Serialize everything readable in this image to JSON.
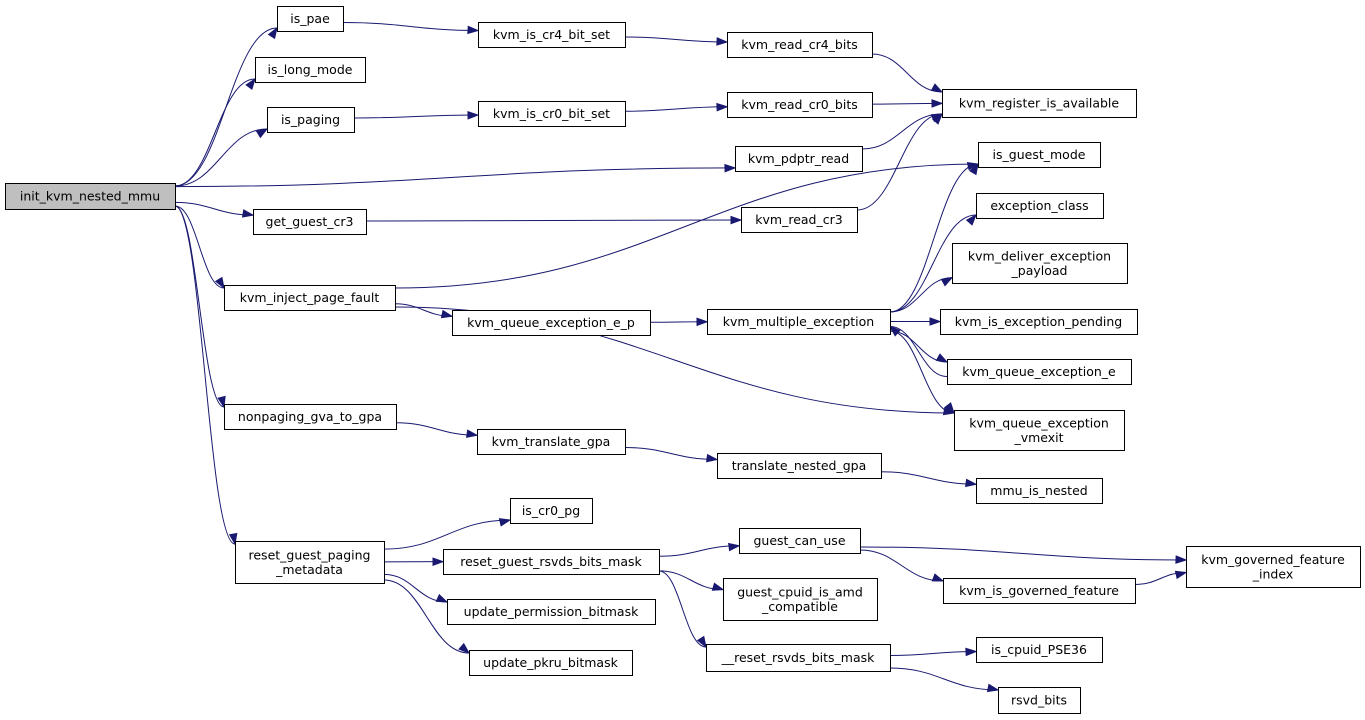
{
  "graph": {
    "root": "init_kvm_nested_mmu",
    "nodes": [
      {
        "id": "init",
        "lines": [
          "init_kvm_nested_mmu"
        ],
        "root": true
      },
      {
        "id": "is_pae",
        "lines": [
          "is_pae"
        ]
      },
      {
        "id": "is_long_mode",
        "lines": [
          "is_long_mode"
        ]
      },
      {
        "id": "is_paging",
        "lines": [
          "is_paging"
        ]
      },
      {
        "id": "kvm_pdptr_read",
        "lines": [
          "kvm_pdptr_read"
        ]
      },
      {
        "id": "get_guest_cr3",
        "lines": [
          "get_guest_cr3"
        ]
      },
      {
        "id": "kvm_inject_page_fault",
        "lines": [
          "kvm_inject_page_fault"
        ]
      },
      {
        "id": "nonpaging_gva_to_gpa",
        "lines": [
          "nonpaging_gva_to_gpa"
        ]
      },
      {
        "id": "reset_guest_paging_metadata",
        "lines": [
          "reset_guest_paging",
          "_metadata"
        ]
      },
      {
        "id": "kvm_is_cr4_bit_set",
        "lines": [
          "kvm_is_cr4_bit_set"
        ]
      },
      {
        "id": "kvm_read_cr4_bits",
        "lines": [
          "kvm_read_cr4_bits"
        ]
      },
      {
        "id": "kvm_register_is_available",
        "lines": [
          "kvm_register_is_available"
        ]
      },
      {
        "id": "kvm_is_cr0_bit_set",
        "lines": [
          "kvm_is_cr0_bit_set"
        ]
      },
      {
        "id": "kvm_read_cr0_bits",
        "lines": [
          "kvm_read_cr0_bits"
        ]
      },
      {
        "id": "kvm_read_cr3",
        "lines": [
          "kvm_read_cr3"
        ]
      },
      {
        "id": "is_guest_mode",
        "lines": [
          "is_guest_mode"
        ]
      },
      {
        "id": "exception_class",
        "lines": [
          "exception_class"
        ]
      },
      {
        "id": "kvm_deliver_exception_payload",
        "lines": [
          "kvm_deliver_exception",
          "_payload"
        ]
      },
      {
        "id": "kvm_queue_exception_e_p",
        "lines": [
          "kvm_queue_exception_e_p"
        ]
      },
      {
        "id": "kvm_multiple_exception",
        "lines": [
          "kvm_multiple_exception"
        ]
      },
      {
        "id": "kvm_is_exception_pending",
        "lines": [
          "kvm_is_exception_pending"
        ]
      },
      {
        "id": "kvm_queue_exception_e",
        "lines": [
          "kvm_queue_exception_e"
        ]
      },
      {
        "id": "kvm_queue_exception_vmexit",
        "lines": [
          "kvm_queue_exception",
          "_vmexit"
        ]
      },
      {
        "id": "kvm_translate_gpa",
        "lines": [
          "kvm_translate_gpa"
        ]
      },
      {
        "id": "translate_nested_gpa",
        "lines": [
          "translate_nested_gpa"
        ]
      },
      {
        "id": "mmu_is_nested",
        "lines": [
          "mmu_is_nested"
        ]
      },
      {
        "id": "is_cr0_pg",
        "lines": [
          "is_cr0_pg"
        ]
      },
      {
        "id": "reset_guest_rsvds_bits_mask",
        "lines": [
          "reset_guest_rsvds_bits_mask"
        ]
      },
      {
        "id": "update_permission_bitmask",
        "lines": [
          "update_permission_bitmask"
        ]
      },
      {
        "id": "update_pkru_bitmask",
        "lines": [
          "update_pkru_bitmask"
        ]
      },
      {
        "id": "guest_can_use",
        "lines": [
          "guest_can_use"
        ]
      },
      {
        "id": "guest_cpuid_is_amd_compatible",
        "lines": [
          "guest_cpuid_is_amd",
          "_compatible"
        ]
      },
      {
        "id": "reset_rsvds_bits_mask",
        "lines": [
          "__reset_rsvds_bits_mask"
        ]
      },
      {
        "id": "kvm_governed_feature_index",
        "lines": [
          "kvm_governed_feature",
          "_index"
        ]
      },
      {
        "id": "kvm_is_governed_feature",
        "lines": [
          "kvm_is_governed_feature"
        ]
      },
      {
        "id": "is_cpuid_PSE36",
        "lines": [
          "is_cpuid_PSE36"
        ]
      },
      {
        "id": "rsvd_bits",
        "lines": [
          "rsvd_bits"
        ]
      }
    ],
    "edges": [
      [
        "init",
        "is_pae"
      ],
      [
        "init",
        "is_long_mode"
      ],
      [
        "init",
        "is_paging"
      ],
      [
        "init",
        "kvm_pdptr_read"
      ],
      [
        "init",
        "get_guest_cr3"
      ],
      [
        "init",
        "kvm_inject_page_fault"
      ],
      [
        "init",
        "nonpaging_gva_to_gpa"
      ],
      [
        "init",
        "reset_guest_paging_metadata"
      ],
      [
        "is_pae",
        "kvm_is_cr4_bit_set"
      ],
      [
        "kvm_is_cr4_bit_set",
        "kvm_read_cr4_bits"
      ],
      [
        "kvm_read_cr4_bits",
        "kvm_register_is_available"
      ],
      [
        "is_paging",
        "kvm_is_cr0_bit_set"
      ],
      [
        "kvm_is_cr0_bit_set",
        "kvm_read_cr0_bits"
      ],
      [
        "kvm_read_cr0_bits",
        "kvm_register_is_available"
      ],
      [
        "kvm_pdptr_read",
        "kvm_register_is_available"
      ],
      [
        "get_guest_cr3",
        "kvm_read_cr3"
      ],
      [
        "kvm_read_cr3",
        "kvm_register_is_available"
      ],
      [
        "kvm_inject_page_fault",
        "is_guest_mode"
      ],
      [
        "kvm_inject_page_fault",
        "kvm_queue_exception_e_p"
      ],
      [
        "kvm_inject_page_fault",
        "kvm_queue_exception_vmexit"
      ],
      [
        "kvm_queue_exception_e_p",
        "kvm_multiple_exception"
      ],
      [
        "kvm_multiple_exception",
        "is_guest_mode"
      ],
      [
        "kvm_multiple_exception",
        "exception_class"
      ],
      [
        "kvm_multiple_exception",
        "kvm_deliver_exception_payload"
      ],
      [
        "kvm_multiple_exception",
        "kvm_is_exception_pending"
      ],
      [
        "kvm_multiple_exception",
        "kvm_queue_exception_e"
      ],
      [
        "kvm_multiple_exception",
        "kvm_queue_exception_vmexit"
      ],
      [
        "kvm_queue_exception_e",
        "kvm_multiple_exception"
      ],
      [
        "nonpaging_gva_to_gpa",
        "kvm_translate_gpa"
      ],
      [
        "kvm_translate_gpa",
        "translate_nested_gpa"
      ],
      [
        "translate_nested_gpa",
        "mmu_is_nested"
      ],
      [
        "reset_guest_paging_metadata",
        "is_cr0_pg"
      ],
      [
        "reset_guest_paging_metadata",
        "reset_guest_rsvds_bits_mask"
      ],
      [
        "reset_guest_paging_metadata",
        "update_permission_bitmask"
      ],
      [
        "reset_guest_paging_metadata",
        "update_pkru_bitmask"
      ],
      [
        "reset_guest_rsvds_bits_mask",
        "guest_can_use"
      ],
      [
        "reset_guest_rsvds_bits_mask",
        "guest_cpuid_is_amd_compatible"
      ],
      [
        "reset_guest_rsvds_bits_mask",
        "reset_rsvds_bits_mask"
      ],
      [
        "guest_can_use",
        "kvm_governed_feature_index"
      ],
      [
        "guest_can_use",
        "kvm_is_governed_feature"
      ],
      [
        "kvm_is_governed_feature",
        "kvm_governed_feature_index"
      ],
      [
        "reset_rsvds_bits_mask",
        "is_cpuid_PSE36"
      ],
      [
        "reset_rsvds_bits_mask",
        "rsvd_bits"
      ]
    ]
  }
}
